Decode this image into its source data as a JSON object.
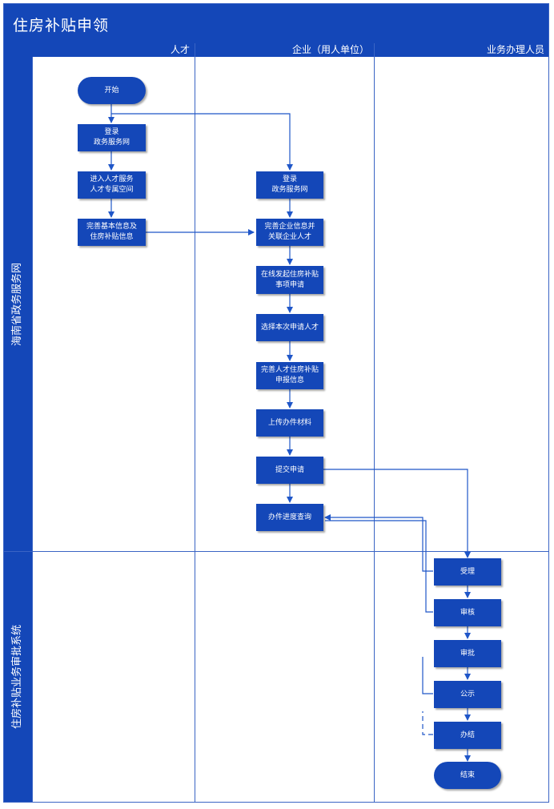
{
  "title": "住房补贴申领",
  "columns": [
    "人才",
    "企业（用人单位）",
    "业务办理人员"
  ],
  "rows": [
    "海南省政务服务网",
    "住房补贴业务审批系统"
  ],
  "nodes": {
    "start": "开始",
    "talent_login": "登录\n政务服务网",
    "talent_space": "进入人才服务\n人才专属空间",
    "talent_info": "完善基本信息及\n住房补贴信息",
    "ent_login": "登录\n政务服务网",
    "ent_info": "完善企业信息并\n关联企业人才",
    "ent_apply": "在线发起住房补贴\n事项申请",
    "ent_select": "选择本次申请人才",
    "ent_report": "完善人才住房补贴\n申报信息",
    "ent_upload": "上传办件材料",
    "ent_submit": "提交申请",
    "ent_query": "办件进度查询",
    "accept": "受理",
    "review": "审核",
    "approve": "审批",
    "publicize": "公示",
    "complete": "办结",
    "end": "结束"
  },
  "colors": {
    "primary": "#1447b8",
    "line": "#1f56c8",
    "grid": "#3a64c4"
  }
}
